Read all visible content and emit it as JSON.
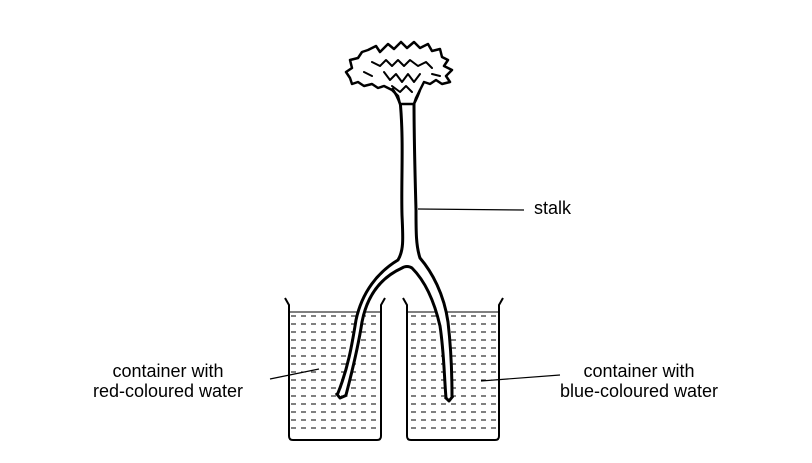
{
  "labels": {
    "stalk": "stalk",
    "red_container": {
      "line1": "container with",
      "line2": "red-coloured water"
    },
    "blue_container": {
      "line1": "container with",
      "line2": "blue-coloured water"
    }
  },
  "colors": {
    "ink": "#000000",
    "background": "#ffffff"
  }
}
